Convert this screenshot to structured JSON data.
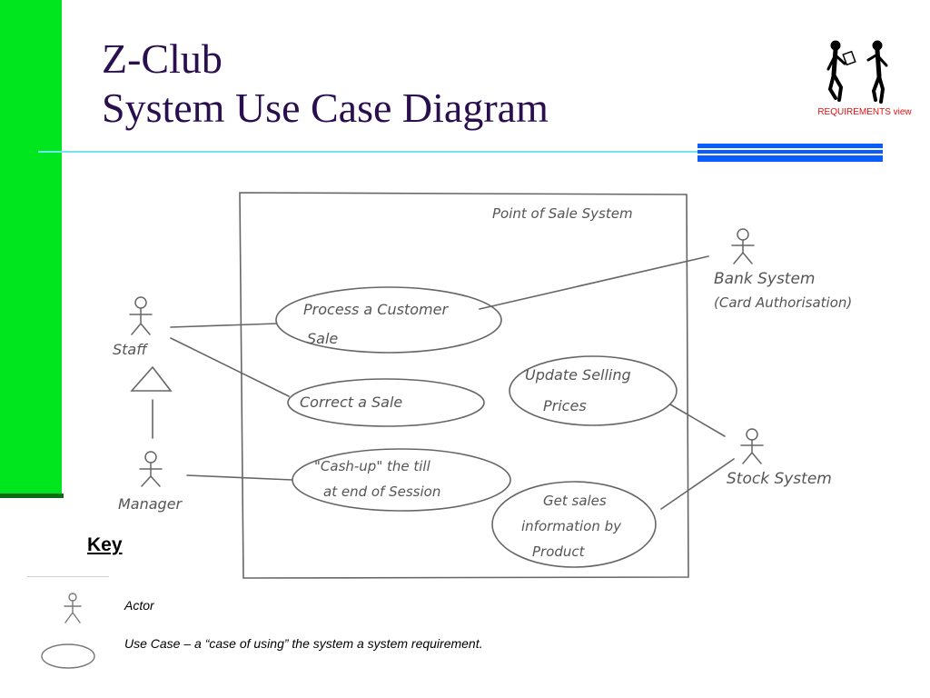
{
  "slide": {
    "title_line1": "Z-Club",
    "title_line2": "System Use Case Diagram",
    "corner_label": "REQUIREMENTS view"
  },
  "diagram": {
    "system_label": "Point of Sale System",
    "actors": {
      "staff": "Staff",
      "manager": "Manager",
      "bank_line1": "Bank System",
      "bank_line2": "(Card Authorisation)",
      "stock": "Stock System"
    },
    "use_cases": {
      "process_sale_line1": "Process a Customer",
      "process_sale_line2": "Sale",
      "correct_sale": "Correct a Sale",
      "update_prices_line1": "Update Selling",
      "update_prices_line2": "Prices",
      "cash_up_line1": "\"Cash-up\" the till",
      "cash_up_line2": "at end of Session",
      "sales_info_line1": "Get sales",
      "sales_info_line2": "information by",
      "sales_info_line3": "Product"
    }
  },
  "key": {
    "title": "Key",
    "actor_label": "Actor",
    "use_case_label": "Use Case – a “case of using” the system a system requirement."
  },
  "colors": {
    "side_bar": "#00e61e",
    "title_text": "#2a0f4f",
    "accent_blue": "#0b5cff",
    "rule_cyan": "#6fe7ef",
    "corner_label": "#e01010",
    "pencil": "#555555"
  }
}
